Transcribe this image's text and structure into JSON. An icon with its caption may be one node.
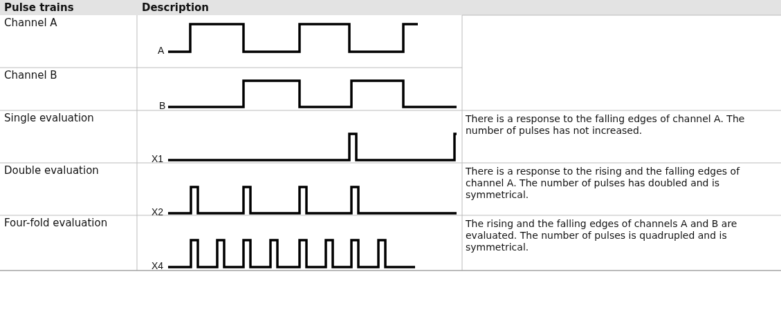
{
  "diagram": {
    "labels": [
      "Pulse trains",
      "Description",
      "Channel A",
      "A",
      "Channel B",
      "B",
      "Single evaluation",
      "X1",
      "There is a response to the falling edges of channel A. The number of pulses has not increased.",
      "Double evaluation",
      "X2",
      "There is a response to the rising and the falling edges of channel A. The number of pulses has doubled and is symmetrical.",
      "Four-fold evaluation",
      "X4",
      "The rising and the falling edges of channels A and B are evaluated. The number of pulses is quadrupled and is symmetrical."
    ]
  }
}
